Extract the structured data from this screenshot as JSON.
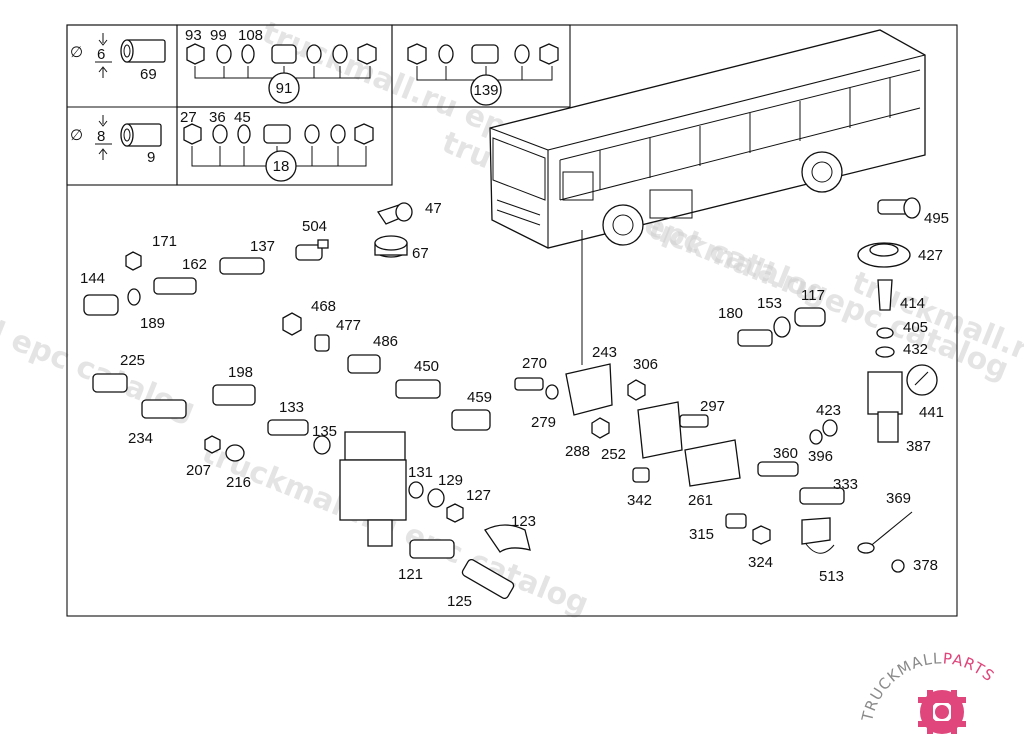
{
  "colors": {
    "stroke": "#111111",
    "watermark": "#cfcfcf",
    "brand_accent": "#e0457b",
    "brand_grey": "#8a8a8a"
  },
  "inset": {
    "row1": {
      "symbol": "∅",
      "dim_top": "6",
      "dim_bottom": "69"
    },
    "row2": {
      "symbol": "∅",
      "dim_top": "8",
      "dim_bottom": "9"
    },
    "g1": {
      "labels": [
        "93",
        "99",
        "108"
      ],
      "group": "91"
    },
    "g2": {
      "group": "139"
    },
    "g3": {
      "labels": [
        "27",
        "36",
        "45"
      ],
      "group": "18"
    }
  },
  "parts": [
    "47",
    "67",
    "495",
    "427",
    "414",
    "405",
    "432",
    "441",
    "387",
    "423",
    "396",
    "504",
    "171",
    "137",
    "162",
    "144",
    "189",
    "468",
    "477",
    "486",
    "450",
    "459",
    "225",
    "198",
    "234",
    "207",
    "216",
    "133",
    "135",
    "131",
    "129",
    "127",
    "123",
    "121",
    "125",
    "270",
    "279",
    "243",
    "288",
    "252",
    "306",
    "297",
    "342",
    "261",
    "180",
    "153",
    "117",
    "360",
    "333",
    "315",
    "324",
    "513",
    "369",
    "378"
  ],
  "watermarks": [
    "truckmall.ru epc catalog",
    "truckmall.ru epc catalog",
    "truckmall.ru epc catalog",
    "truckmall.ru epc catalog",
    "l epc catalog",
    "truckmall.ru e"
  ],
  "logo": {
    "text_main": "TRUCKMALL",
    "text_accent": "PARTS"
  }
}
